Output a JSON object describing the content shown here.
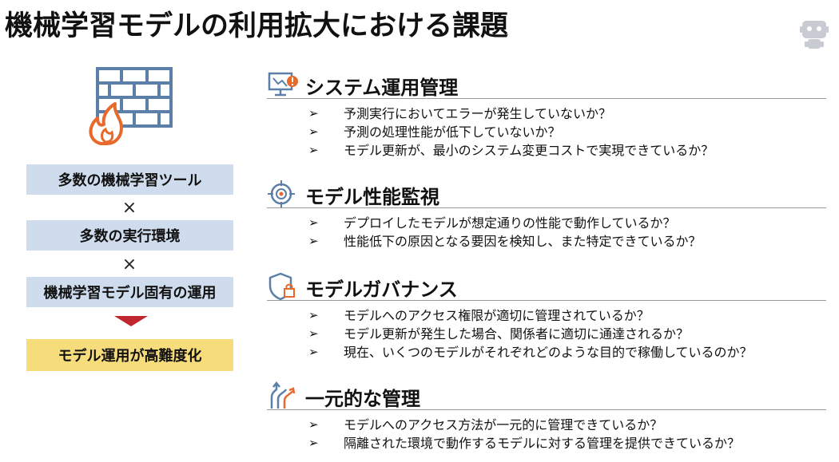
{
  "title": "機械学習モデルの利用拡大における課題",
  "left": {
    "box1": "多数の機械学習ツール",
    "times1": "×",
    "box2": "多数の実行環境",
    "times2": "×",
    "box3": "機械学習モデル固有の運用",
    "result": "モデル運用が高難度化"
  },
  "bullet_glyph": "➢",
  "sections": [
    {
      "icon": "monitor-alert-icon",
      "title": "システム運用管理",
      "items": [
        "予測実行においてエラーが発生していないか？",
        "予測の処理性能が低下していないか？",
        "モデル更新が、最小のシステム変更コストで実現できているか？"
      ]
    },
    {
      "icon": "target-icon",
      "title": "モデル性能監視",
      "items": [
        "デプロイしたモデルが想定通りの性能で動作しているか？",
        "性能低下の原因となる要因を検知し、また特定できているか？"
      ]
    },
    {
      "icon": "shield-lock-icon",
      "title": "モデルガバナンス",
      "items": [
        "モデルへのアクセス権限が適切に管理されているか？",
        "モデル更新が発生した場合、関係者に適切に通達されるか？",
        "現在、いくつのモデルがそれぞれどのような目的で稼働しているのか？"
      ]
    },
    {
      "icon": "merge-arrows-icon",
      "title": "一元的な管理",
      "items": [
        "モデルへのアクセス方法が一元的に管理できているか？",
        "隔離された環境で動作するモデルに対する管理を提供できているか？"
      ]
    }
  ],
  "colors": {
    "box_blue": "#cfdced",
    "box_yellow": "#f7dc7b",
    "arrow_red": "#c0262d",
    "icon_steel": "#5b7fa6",
    "icon_orange": "#e8692c"
  }
}
